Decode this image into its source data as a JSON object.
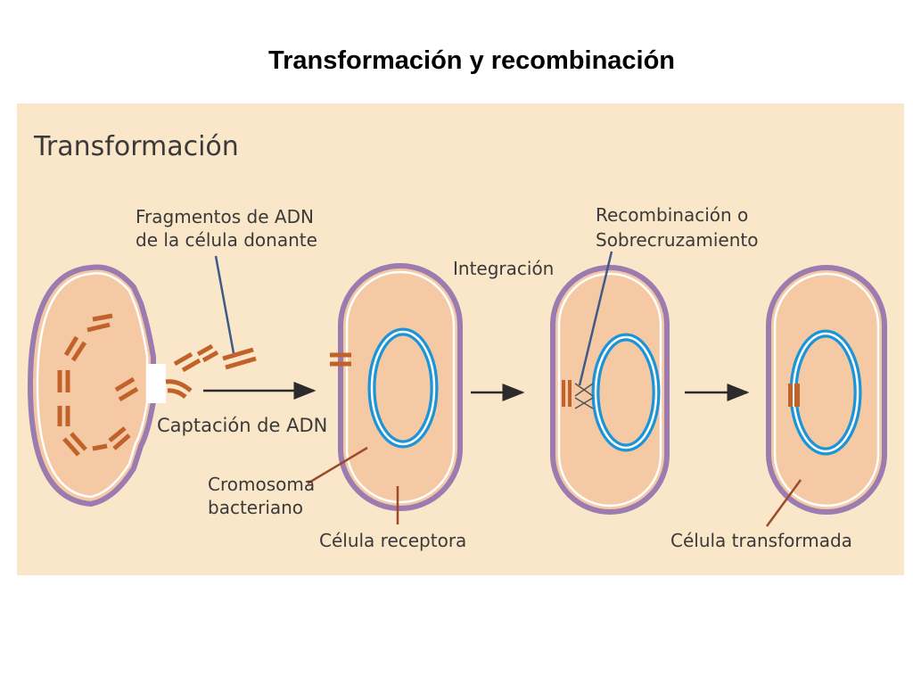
{
  "slide_title": "Transformación y recombinación",
  "panel": {
    "heading": "Transformación",
    "labels": {
      "donor_fragments_1": "Fragmentos de ADN",
      "donor_fragments_2": "de la célula donante",
      "dna_uptake": "Captación de ADN",
      "chromosome_1": "Cromosoma",
      "chromosome_2": "bacteriano",
      "recipient_cell": "Célula receptora",
      "integration": "Integración",
      "recombination_1": "Recombinación o",
      "recombination_2": "Sobrecruzamiento",
      "transformed_cell": "Célula transformada"
    }
  },
  "colors": {
    "background": "#fae6c8",
    "cell_fill": "#f4c9a4",
    "membrane": "#9b7bb0",
    "chromosome": "#1b95d8",
    "dna_fragment": "#c0622a",
    "arrow": "#2b2b2b"
  }
}
